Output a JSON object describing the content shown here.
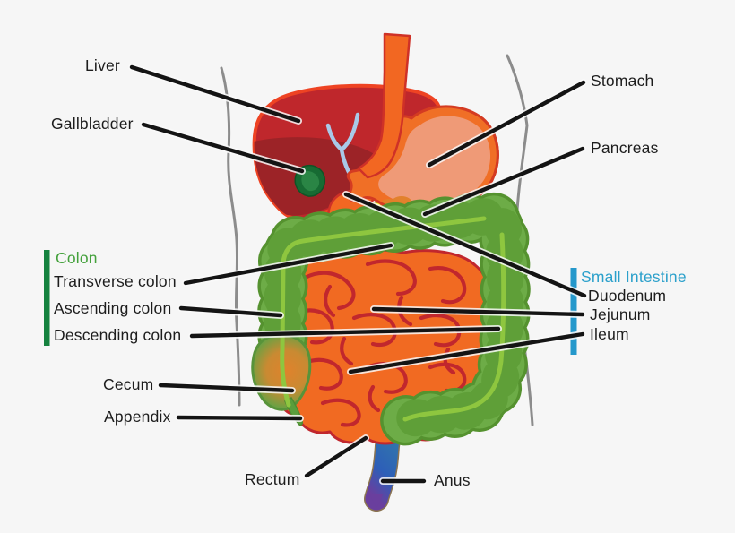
{
  "title": "Human digestive system diagram",
  "background": "#f6f6f6",
  "labels": {
    "liver": "Liver",
    "gallbladder": "Gallbladder",
    "stomach": "Stomach",
    "pancreas": "Pancreas",
    "cecum": "Cecum",
    "appendix": "Appendix",
    "rectum": "Rectum",
    "anus": "Anus"
  },
  "groups": {
    "colon": {
      "heading": "Colon",
      "heading_color": "#44a13c",
      "bar_color": "#15823f",
      "items": [
        "Transverse colon",
        "Ascending colon",
        "Descending colon"
      ]
    },
    "small_intestine": {
      "heading": "Small Intestine",
      "heading_color": "#2ba0cb",
      "bar_color": "#2598cb",
      "items": [
        "Duodenum",
        "Jejunum",
        "Ileum"
      ]
    }
  },
  "colors": {
    "liver": "#bf272c",
    "liver_shade": "#9c2327",
    "liver_outline": "#ee4323",
    "esophagus": "#f26722",
    "stomach_ring": "#f06f26",
    "stomach_border": "#d43b22",
    "stomach_inner": "#ef9a77",
    "stomach_rugae": "#e2802a",
    "pancreas": "#f6eb16",
    "pancreas_edge": "#b8a51e",
    "gallbladder": "#176b33",
    "bile_duct": "#a9c9e8",
    "small_intestine": "#f16a22",
    "intestine_lines": "#c1272d",
    "colon_main": "#6dac47",
    "colon_dark": "#55922f",
    "colon_taenia": "#8ec63f",
    "rectum_blue": "#2d5fb8",
    "anus_tip": "#6a3f9e",
    "body_outline": "#8c8c8c",
    "leader_line": "#141414"
  }
}
